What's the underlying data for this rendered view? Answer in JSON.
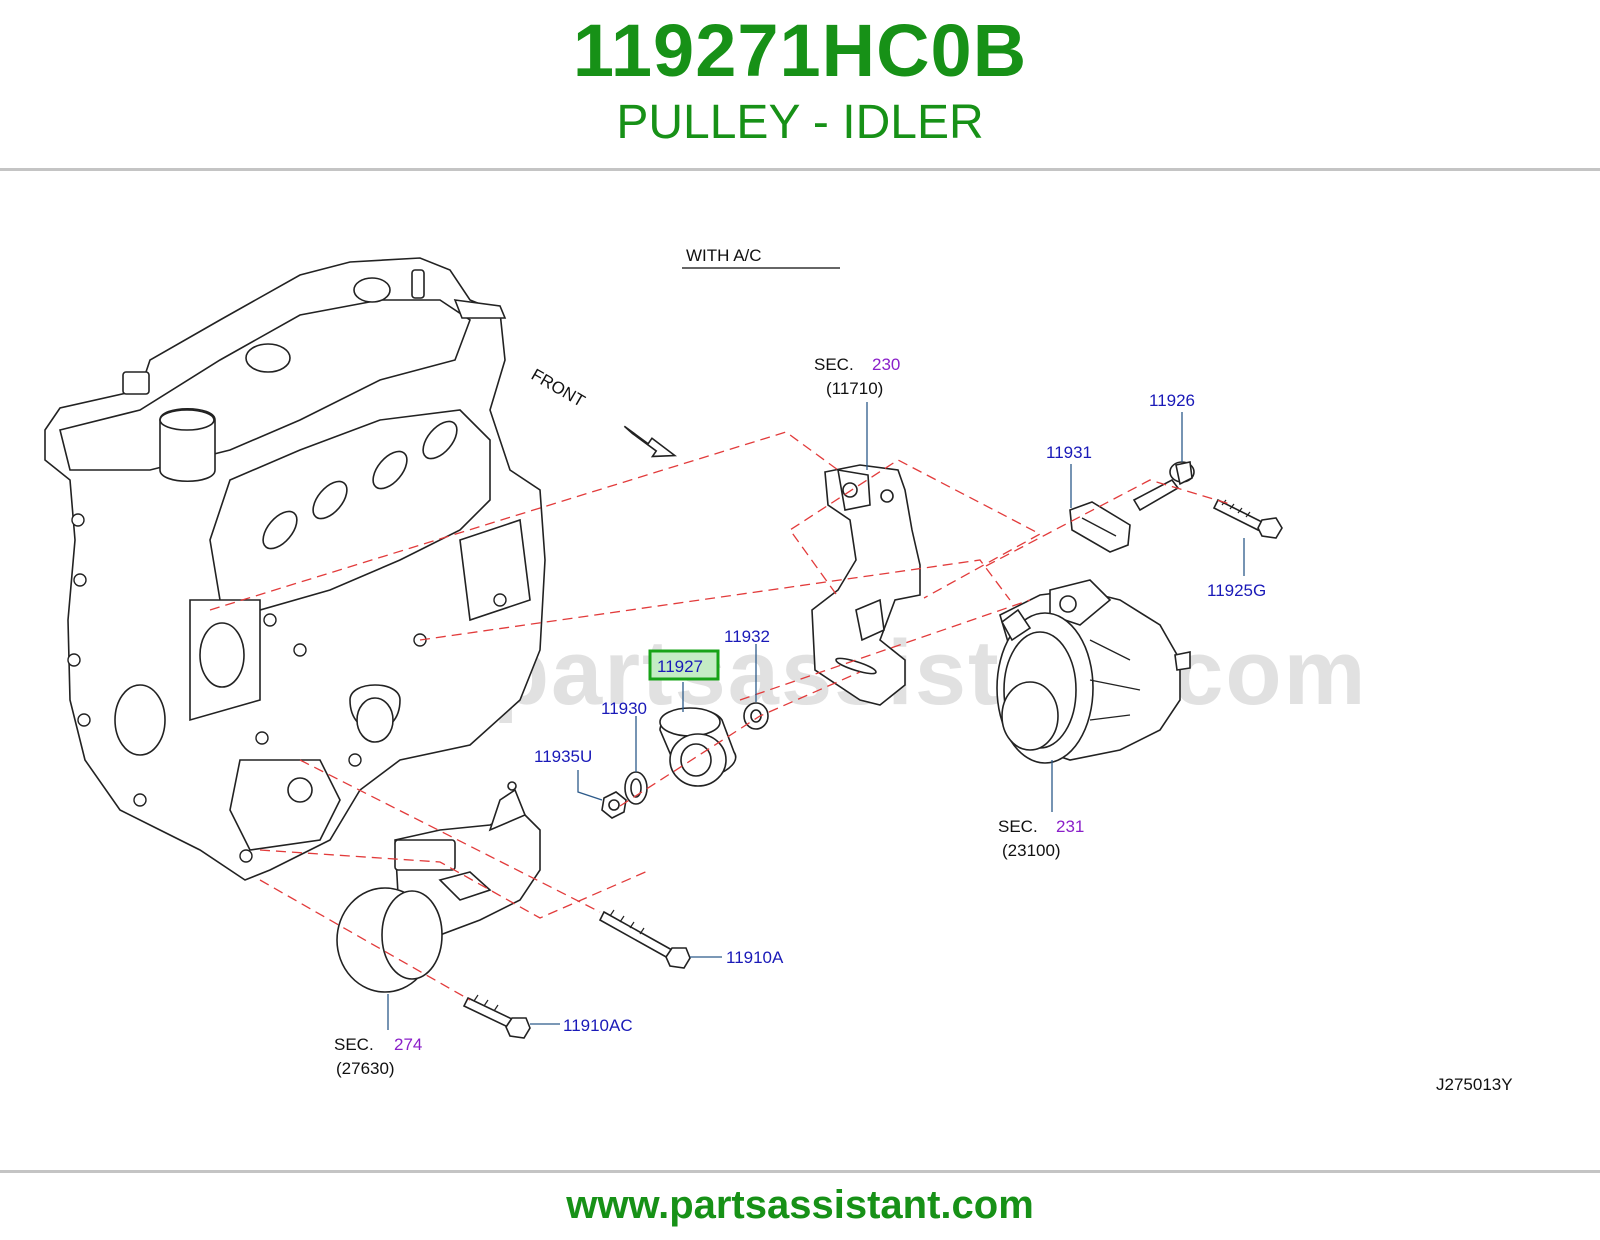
{
  "header": {
    "part_number": "119271HC0B",
    "part_name": "PULLEY - IDLER"
  },
  "diagram": {
    "caption": "WITH  A/C",
    "front_label": "FRONT",
    "drawing_code": "J275013Y",
    "watermark": "www.partsassistant.com",
    "highlight_color": "#17a317",
    "sections": [
      {
        "id": "sec-230",
        "prefix": "SEC.",
        "number": "230",
        "ref": "(11710)"
      },
      {
        "id": "sec-231",
        "prefix": "SEC.",
        "number": "231",
        "ref": "(23100)"
      },
      {
        "id": "sec-274",
        "prefix": "SEC.",
        "number": "274",
        "ref": "(27630)"
      }
    ],
    "callouts": [
      {
        "id": "11926",
        "label": "11926"
      },
      {
        "id": "11931",
        "label": "11931"
      },
      {
        "id": "11925G",
        "label": "11925G"
      },
      {
        "id": "11932",
        "label": "11932"
      },
      {
        "id": "11927",
        "label": "11927",
        "highlighted": true
      },
      {
        "id": "11930",
        "label": "11930"
      },
      {
        "id": "11935U",
        "label": "11935U"
      },
      {
        "id": "11910A",
        "label": "11910A"
      },
      {
        "id": "11910AC",
        "label": "11910AC"
      }
    ]
  },
  "footer": {
    "url": "www.partsassistant.com"
  }
}
